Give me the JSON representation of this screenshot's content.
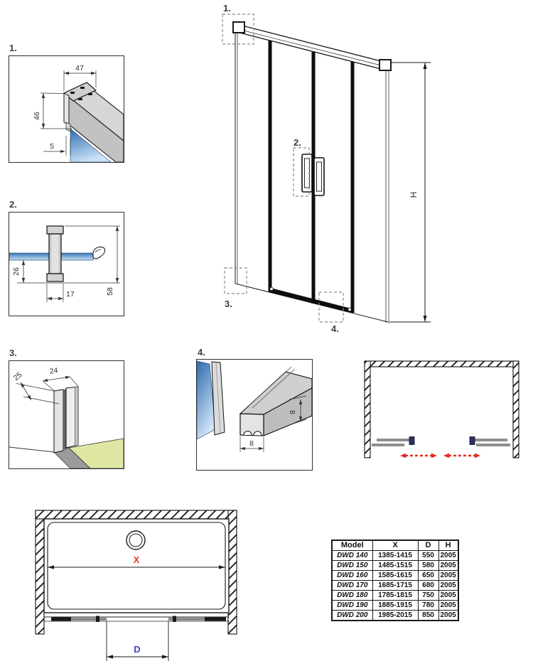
{
  "colors": {
    "accent_red": "#e8362d",
    "accent_blue": "#3f46c8",
    "arrow_red": "#e8281e",
    "glass_blue_dark": "#3a76ba",
    "glass_blue_light": "#c8e0f5",
    "floor_green": "#dfe7a2",
    "profile_gray": "#c6c6c6",
    "line_black": "#1a1a1a"
  },
  "details": {
    "d1": {
      "label": "1.",
      "dim_top_width": "47",
      "dim_side_height": "46",
      "dim_glass_offset": "5"
    },
    "d2": {
      "label": "2.",
      "dim_bottom_offset": "26",
      "dim_handle_width": "17",
      "dim_handle_height": "58"
    },
    "d3": {
      "label": "3.",
      "dim_profile_depth": "25",
      "dim_profile_width": "24"
    },
    "d4": {
      "label": "4.",
      "dim_profile_height": "8",
      "dim_profile_width": "8"
    }
  },
  "elevation": {
    "callout_1": "1.",
    "callout_2": "2.",
    "callout_3": "3.",
    "callout_4": "4.",
    "height_label": "H"
  },
  "tray_plan": {
    "width_label": "X",
    "door_opening_label": "D"
  },
  "table": {
    "headers": {
      "model": "Model",
      "x": "X",
      "d": "D",
      "h": "H"
    },
    "rows": [
      {
        "model": "DWD 140",
        "x": "1385-1415",
        "d": "550",
        "h": "2005"
      },
      {
        "model": "DWD 150",
        "x": "1485-1515",
        "d": "580",
        "h": "2005"
      },
      {
        "model": "DWD 160",
        "x": "1585-1615",
        "d": "650",
        "h": "2005"
      },
      {
        "model": "DWD 170",
        "x": "1685-1715",
        "d": "680",
        "h": "2005"
      },
      {
        "model": "DWD 180",
        "x": "1785-1815",
        "d": "750",
        "h": "2005"
      },
      {
        "model": "DWD 190",
        "x": "1885-1915",
        "d": "780",
        "h": "2005"
      },
      {
        "model": "DWD 200",
        "x": "1985-2015",
        "d": "850",
        "h": "2005"
      }
    ]
  }
}
